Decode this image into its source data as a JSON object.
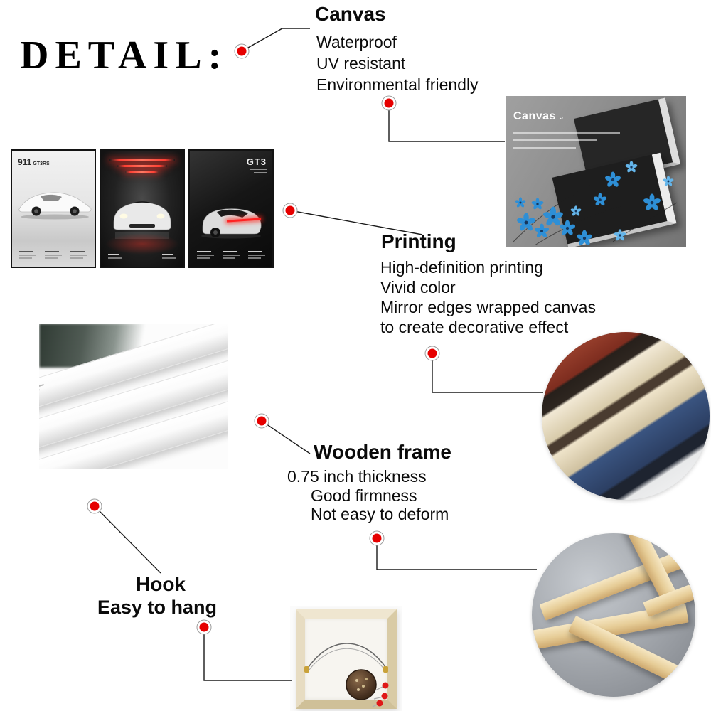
{
  "page": {
    "title": "DETAIL:"
  },
  "callouts": {
    "canvas": {
      "heading": "Canvas",
      "lines": [
        "Waterproof",
        "UV resistant",
        "Environmental friendly"
      ]
    },
    "printing": {
      "heading": "Printing",
      "lines": [
        "High-definition printing",
        "Vivid color",
        "Mirror edges wrapped canvas",
        "to create decorative effect"
      ]
    },
    "wooden_frame": {
      "heading": "Wooden frame",
      "lines": [
        "0.75 inch thickness",
        "Good firmness",
        "Not easy to deform"
      ]
    },
    "hook": {
      "heading": "Hook",
      "subheading": "Easy to hang"
    }
  },
  "photos": {
    "canvas_sample": {
      "label": "Canvas",
      "arrow": "⌄"
    },
    "poster_left": {
      "title": "911",
      "subtitle": "GT3RS"
    },
    "poster_right": {
      "title": "GT3"
    }
  },
  "colors": {
    "marker": "#e60000",
    "line": "#1a1a1a"
  }
}
